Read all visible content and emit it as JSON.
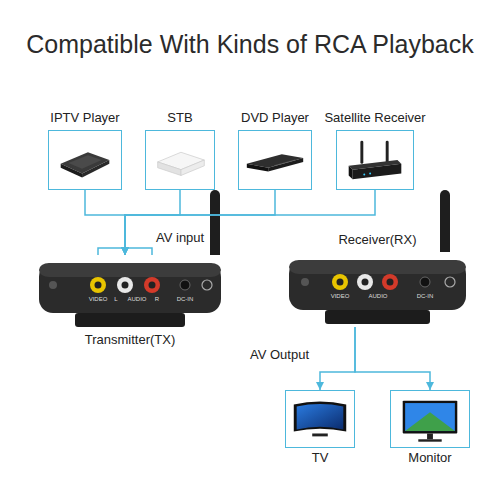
{
  "diagram": {
    "title": "Compatible With Kinds of RCA Playback",
    "nodes": [
      {
        "text": [
          "IPTV Player"
        ]
      },
      {
        "text": [
          "STB"
        ]
      },
      {
        "text": [
          "DVD Player"
        ]
      },
      {
        "text": [
          "Satellite Receiver"
        ]
      },
      {
        "text": [
          "Transmitter(TX)"
        ]
      },
      {
        "text": [
          "Receiver(RX)"
        ]
      },
      {
        "text": [
          "TV"
        ]
      },
      {
        "text": [
          "Monitor"
        ]
      }
    ],
    "edges": [
      {
        "from": 0,
        "to": 4,
        "arrow": "to"
      },
      {
        "from": 1,
        "to": 4,
        "arrow": "to"
      },
      {
        "from": 2,
        "to": 4,
        "arrow": "to"
      },
      {
        "from": 3,
        "to": 4,
        "arrow": "to"
      },
      {
        "from": 5,
        "to": 6,
        "arrow": "to"
      },
      {
        "from": 5,
        "to": 7,
        "arrow": "to"
      }
    ],
    "labels": [
      "AV input",
      "AV Output",
      "VIDEO",
      "L",
      "AUDIO",
      "R",
      "DC-IN",
      "VIDEO",
      "AUDIO",
      "DC-IN"
    ]
  }
}
